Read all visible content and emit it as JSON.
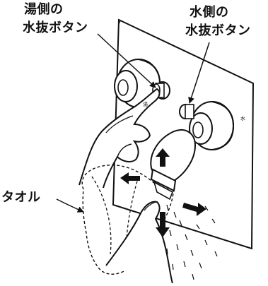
{
  "labels": {
    "hot_drain_button": [
      "湯側の",
      "水抜ボタン"
    ],
    "cold_drain_button": [
      "水側の",
      "水抜ボタン"
    ],
    "towel": "タオル"
  },
  "panel_marks": {
    "hot_symbol": "湯",
    "cold_symbol": "水"
  },
  "colors": {
    "line": "#111111",
    "arrow": "#111111",
    "background": "#ffffff"
  },
  "arrows": [
    "up",
    "down",
    "left",
    "right"
  ]
}
